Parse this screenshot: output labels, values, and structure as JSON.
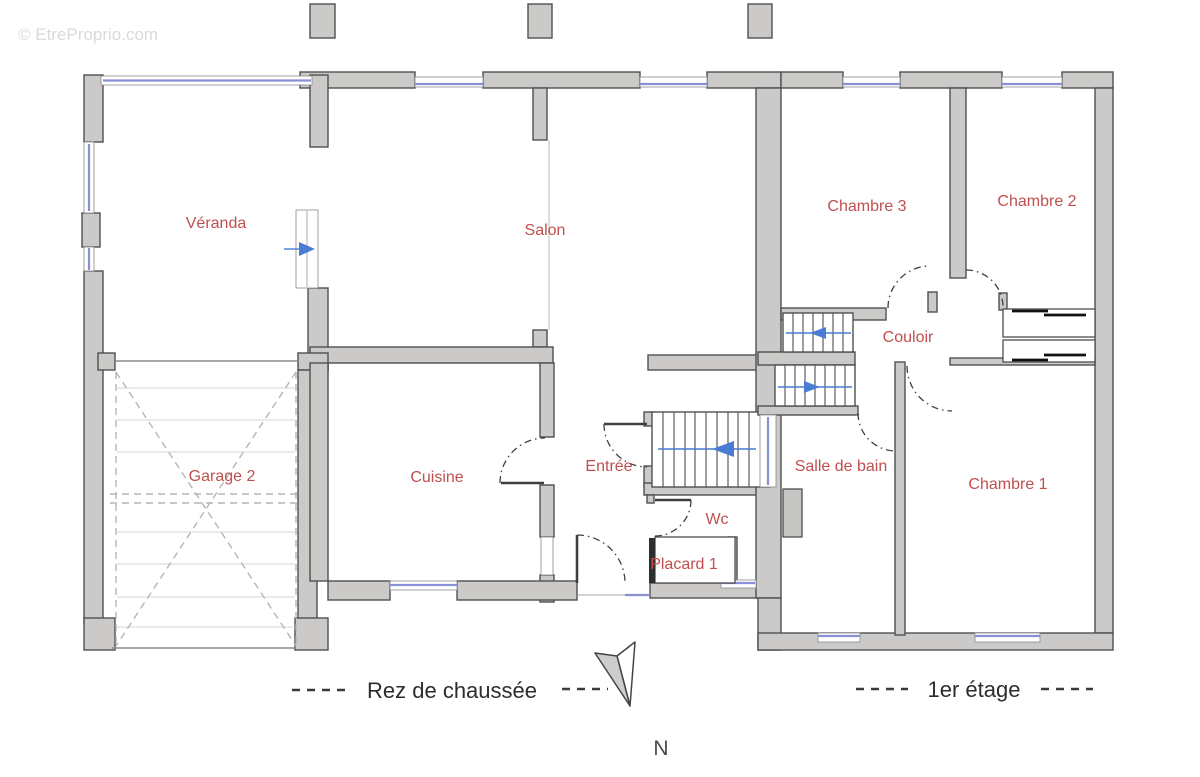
{
  "watermark": {
    "text": "© EtreProprio.com"
  },
  "colors": {
    "wall_gray": "#cbcac9",
    "wall_stroke": "#4f4f4f",
    "window_blue": "#8a90d4",
    "stair_arrow_blue": "#4a7cd4",
    "room_label_red": "#c14f4f",
    "caption_dark": "#2d2d2d"
  },
  "ground_floor": {
    "caption": "Rez de chaussée",
    "rooms": {
      "veranda": "Véranda",
      "salon": "Salon",
      "garage": "Garage 2",
      "cuisine": "Cuisine",
      "entree": "Entrée",
      "wc": "Wc",
      "placard": "Placard 1"
    }
  },
  "first_floor": {
    "caption": "1er étage",
    "rooms": {
      "chambre3": "Chambre 3",
      "chambre2": "Chambre 2",
      "couloir": "Couloir",
      "salle_de_bain": "Salle de bain",
      "chambre1": "Chambre 1"
    }
  },
  "compass": {
    "north_label": "N"
  }
}
